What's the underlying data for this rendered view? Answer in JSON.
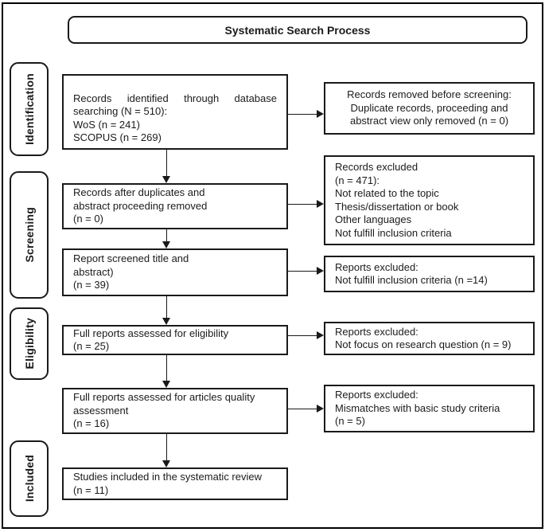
{
  "title": "Systematic Search Process",
  "stages": {
    "identification": "Identification",
    "screening": "Screening",
    "eligibility": "Eligibility",
    "included": "Included"
  },
  "flow": {
    "identified_intro": "Records identified through database searching (N = 510):",
    "identified_sources": "WoS (n = 241)\nSCOPUS (n = 269)",
    "after_duplicates": "Records after duplicates and\nabstract proceeding removed\n(n = 0)",
    "screened_title_abstract": "Report screened title and\nabstract)\n(n = 39)",
    "assessed_eligibility": "Full reports assessed for eligibility\n(n = 25)",
    "assessed_quality": "Full reports assessed for articles quality\nassessment\n(n = 16)",
    "included_review": "Studies included in the systematic review\n(n = 11)"
  },
  "exclusions": {
    "removed_before_screening": "Records removed before screening:\nDuplicate records, proceeding and\nabstract view only removed (n = 0)",
    "records_excluded": "Records excluded\n(n = 471):\nNot related to the topic\nThesis/dissertation or book\nOther languages\nNot fulfill inclusion criteria",
    "not_fulfill_inclusion": "Reports excluded:\nNot fulfill inclusion criteria (n =14)",
    "not_focus_research": "Reports excluded:\nNot focus on research question (n = 9)",
    "mismatch_criteria": "Reports excluded:\nMismatches with basic study criteria\n(n = 5)"
  },
  "colors": {
    "line": "#1a1a1a",
    "background": "#ffffff"
  }
}
